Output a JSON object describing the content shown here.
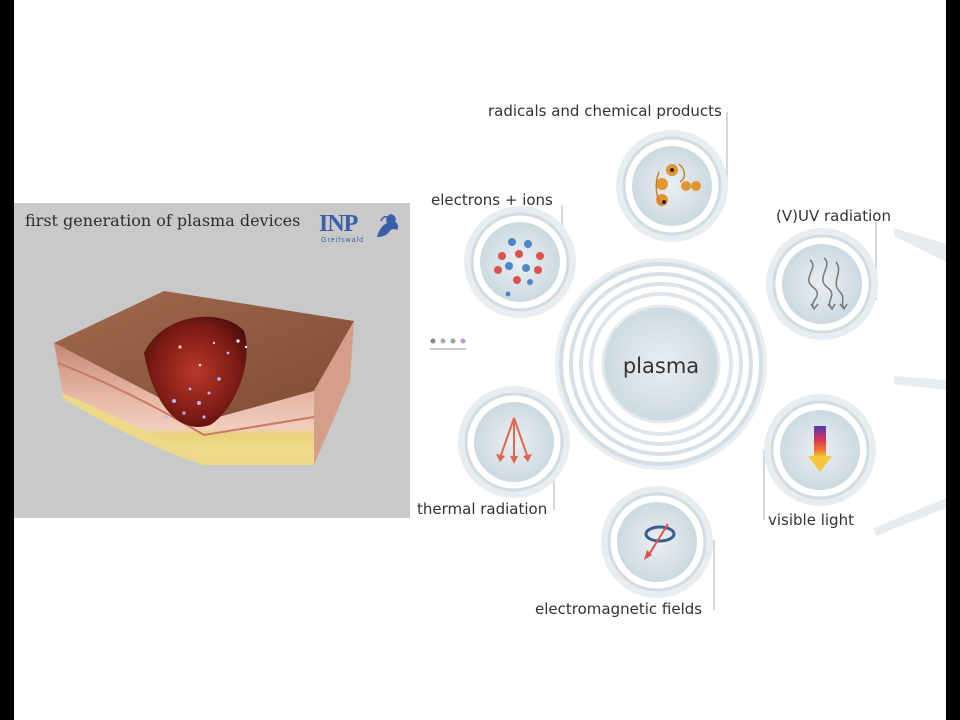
{
  "left_panel": {
    "title": "first generation of plasma devices",
    "logo_text": "INP",
    "logo_subtext": "Greifswald"
  },
  "diagram": {
    "center_label": "plasma",
    "components": [
      {
        "id": "radicals",
        "label": "radicals and chemical products",
        "icon": "molecule-icon"
      },
      {
        "id": "electrons",
        "label": "electrons + ions",
        "icon": "particles-icon"
      },
      {
        "id": "uv",
        "label": "(V)UV radiation",
        "icon": "wave-arrows-icon"
      },
      {
        "id": "thermal",
        "label": "thermal radiation",
        "icon": "heat-arrows-icon"
      },
      {
        "id": "visible",
        "label": "visible light",
        "icon": "gradient-arrow-icon"
      },
      {
        "id": "em",
        "label": "electromagnetic fields",
        "icon": "field-arrow-icon"
      }
    ]
  },
  "colors": {
    "circle_outer": "#e3eaef",
    "circle_ring": "#c9d6df",
    "circle_inner": "#dde6ec",
    "red": "#d9534f",
    "blue": "#4f86c6",
    "orange": "#e3962f"
  }
}
